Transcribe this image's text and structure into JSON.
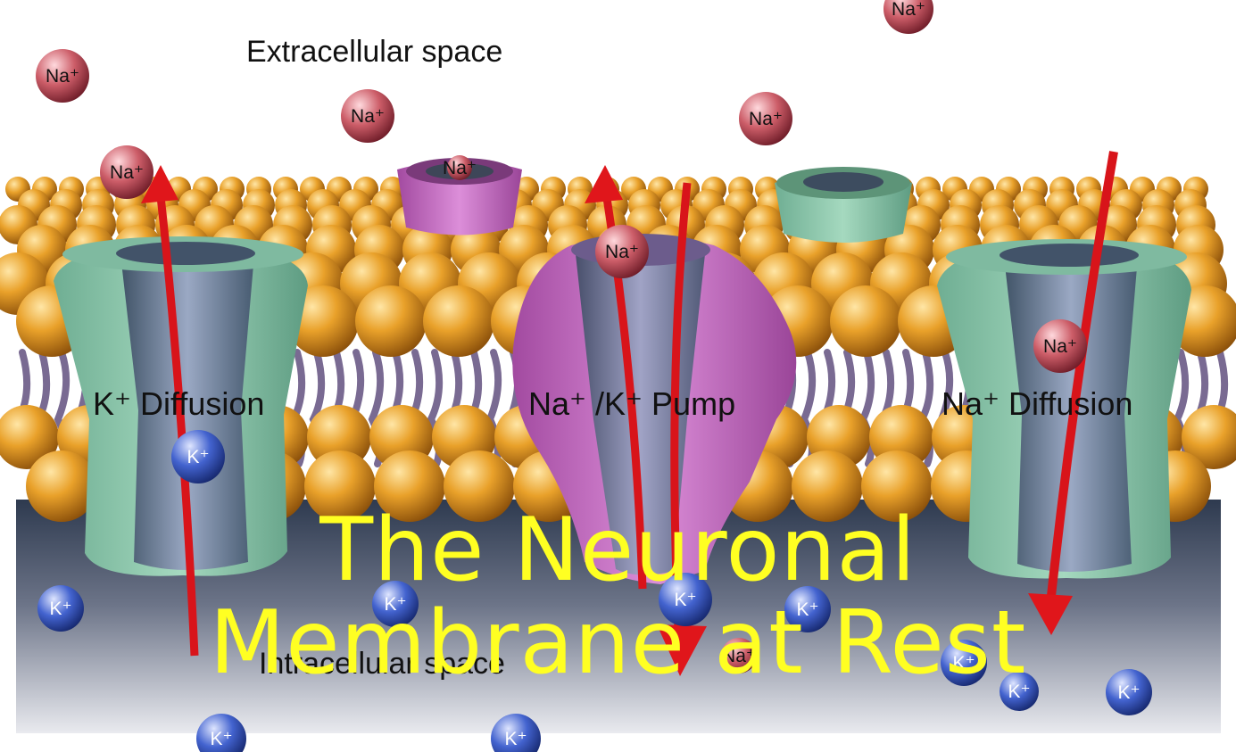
{
  "labels": {
    "extracellular": "Extracellular space",
    "intracellular": "Intracellular space",
    "k_diffusion": "K⁺ Diffusion",
    "pump": "Na⁺ /K⁺ Pump",
    "na_diffusion": "Na⁺ Diffusion"
  },
  "title": {
    "line1": "The Neuronal",
    "line2": "Membrane at Rest"
  },
  "ions": {
    "na": "Na⁺",
    "k": "K⁺"
  },
  "colors": {
    "title": "#ffff22",
    "lipid_head": "#e7a22c",
    "channel": "#86c2a4",
    "pump": "#c56bc4",
    "arrow": "#e0161b",
    "na_ion": "#c9555f",
    "k_ion": "#3a58c4"
  }
}
